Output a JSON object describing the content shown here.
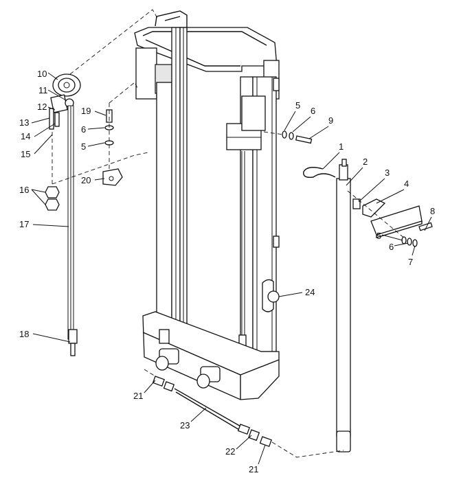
{
  "callouts": [
    {
      "id": "c10",
      "text": "10"
    },
    {
      "id": "c11",
      "text": "11"
    },
    {
      "id": "c12",
      "text": "12"
    },
    {
      "id": "c13",
      "text": "13"
    },
    {
      "id": "c14",
      "text": "14"
    },
    {
      "id": "c15",
      "text": "15"
    },
    {
      "id": "c16",
      "text": "16"
    },
    {
      "id": "c17",
      "text": "17"
    },
    {
      "id": "c18",
      "text": "18"
    },
    {
      "id": "c19",
      "text": "19"
    },
    {
      "id": "c6a",
      "text": "6"
    },
    {
      "id": "c5a",
      "text": "5"
    },
    {
      "id": "c20",
      "text": "20"
    },
    {
      "id": "c5b",
      "text": "5"
    },
    {
      "id": "c6b",
      "text": "6"
    },
    {
      "id": "c9",
      "text": "9"
    },
    {
      "id": "c1",
      "text": "1"
    },
    {
      "id": "c2",
      "text": "2"
    },
    {
      "id": "c3",
      "text": "3"
    },
    {
      "id": "c4",
      "text": "4"
    },
    {
      "id": "c8",
      "text": "8"
    },
    {
      "id": "c5c",
      "text": "5"
    },
    {
      "id": "c6c",
      "text": "6"
    },
    {
      "id": "c7",
      "text": "7"
    },
    {
      "id": "c24",
      "text": "24"
    },
    {
      "id": "c21a",
      "text": "21"
    },
    {
      "id": "c23",
      "text": "23"
    },
    {
      "id": "c22",
      "text": "22"
    },
    {
      "id": "c21b",
      "text": "21"
    }
  ]
}
